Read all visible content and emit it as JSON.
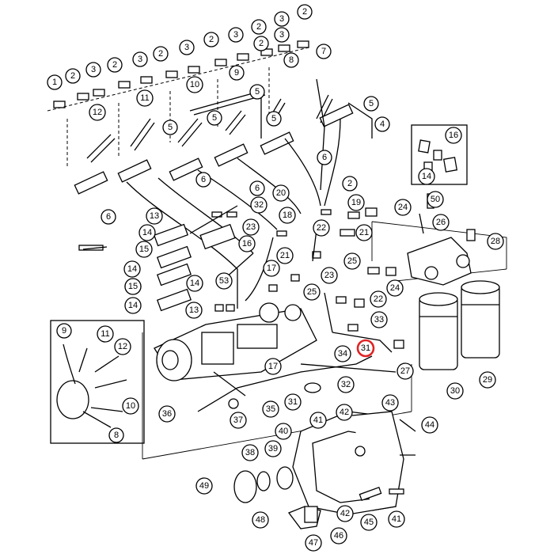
{
  "diagram": {
    "highlight_color": "#e02424",
    "callouts": [
      {
        "id": "c1",
        "label": "1"
      },
      {
        "id": "c2a",
        "label": "2"
      },
      {
        "id": "c3a",
        "label": "3"
      },
      {
        "id": "c2b",
        "label": "2"
      },
      {
        "id": "c3b",
        "label": "3"
      },
      {
        "id": "c2c",
        "label": "2"
      },
      {
        "id": "c3c",
        "label": "3"
      },
      {
        "id": "c2d",
        "label": "2"
      },
      {
        "id": "c3d",
        "label": "3"
      },
      {
        "id": "c2e",
        "label": "2"
      },
      {
        "id": "c3e",
        "label": "3"
      },
      {
        "id": "c2f",
        "label": "2"
      },
      {
        "id": "c3f",
        "label": "3"
      },
      {
        "id": "c2g",
        "label": "2"
      },
      {
        "id": "c10a",
        "label": "10"
      },
      {
        "id": "c9a",
        "label": "9"
      },
      {
        "id": "c8a",
        "label": "8"
      },
      {
        "id": "c7",
        "label": "7"
      },
      {
        "id": "c11a",
        "label": "11"
      },
      {
        "id": "c12a",
        "label": "12"
      },
      {
        "id": "c5a",
        "label": "5"
      },
      {
        "id": "c5b",
        "label": "5"
      },
      {
        "id": "c5c",
        "label": "5"
      },
      {
        "id": "c5d",
        "label": "5"
      },
      {
        "id": "c4",
        "label": "4"
      },
      {
        "id": "c5e",
        "label": "5"
      },
      {
        "id": "c6a",
        "label": "6"
      },
      {
        "id": "c6b",
        "label": "6"
      },
      {
        "id": "c6c",
        "label": "6"
      },
      {
        "id": "c6d",
        "label": "6"
      },
      {
        "id": "c16",
        "label": "16"
      },
      {
        "id": "c14a",
        "label": "14"
      },
      {
        "id": "c2h",
        "label": "2"
      },
      {
        "id": "c20",
        "label": "20"
      },
      {
        "id": "c19",
        "label": "19"
      },
      {
        "id": "c24a",
        "label": "24"
      },
      {
        "id": "c50",
        "label": "50"
      },
      {
        "id": "c32a",
        "label": "32"
      },
      {
        "id": "c13a",
        "label": "13"
      },
      {
        "id": "c18",
        "label": "18"
      },
      {
        "id": "c23a",
        "label": "23"
      },
      {
        "id": "c22a",
        "label": "22"
      },
      {
        "id": "c21a",
        "label": "21"
      },
      {
        "id": "c26",
        "label": "26"
      },
      {
        "id": "c28",
        "label": "28"
      },
      {
        "id": "c14b",
        "label": "14"
      },
      {
        "id": "c15a",
        "label": "15"
      },
      {
        "id": "c16b",
        "label": "16"
      },
      {
        "id": "c21b",
        "label": "21"
      },
      {
        "id": "c15b",
        "label": "15"
      },
      {
        "id": "c17a",
        "label": "17"
      },
      {
        "id": "c25a",
        "label": "25"
      },
      {
        "id": "c24b",
        "label": "24"
      },
      {
        "id": "c14c",
        "label": "14"
      },
      {
        "id": "c14d",
        "label": "14"
      },
      {
        "id": "c53",
        "label": "53"
      },
      {
        "id": "c23b",
        "label": "23"
      },
      {
        "id": "c15c",
        "label": "15"
      },
      {
        "id": "c14e",
        "label": "14"
      },
      {
        "id": "c13b",
        "label": "13"
      },
      {
        "id": "c25b",
        "label": "25"
      },
      {
        "id": "c22b",
        "label": "22"
      },
      {
        "id": "c33",
        "label": "33"
      },
      {
        "id": "c9b",
        "label": "9"
      },
      {
        "id": "c11b",
        "label": "11"
      },
      {
        "id": "c12b",
        "label": "12"
      },
      {
        "id": "c31a",
        "label": "31"
      },
      {
        "id": "c34",
        "label": "34"
      },
      {
        "id": "c27",
        "label": "27"
      },
      {
        "id": "c17b",
        "label": "17"
      },
      {
        "id": "c32b",
        "label": "32"
      },
      {
        "id": "c10b",
        "label": "10"
      },
      {
        "id": "c36",
        "label": "36"
      },
      {
        "id": "c31b",
        "label": "31"
      },
      {
        "id": "c35",
        "label": "35"
      },
      {
        "id": "c37",
        "label": "37"
      },
      {
        "id": "c30",
        "label": "30"
      },
      {
        "id": "c29",
        "label": "29"
      },
      {
        "id": "c8b",
        "label": "8"
      },
      {
        "id": "c41a",
        "label": "41"
      },
      {
        "id": "c42a",
        "label": "42"
      },
      {
        "id": "c43",
        "label": "43"
      },
      {
        "id": "c44",
        "label": "44"
      },
      {
        "id": "c40",
        "label": "40"
      },
      {
        "id": "c38",
        "label": "38"
      },
      {
        "id": "c39",
        "label": "39"
      },
      {
        "id": "c49",
        "label": "49"
      },
      {
        "id": "c42b",
        "label": "42"
      },
      {
        "id": "c45",
        "label": "45"
      },
      {
        "id": "c41b",
        "label": "41"
      },
      {
        "id": "c48",
        "label": "48"
      },
      {
        "id": "c47",
        "label": "47"
      },
      {
        "id": "c46",
        "label": "46"
      }
    ]
  }
}
